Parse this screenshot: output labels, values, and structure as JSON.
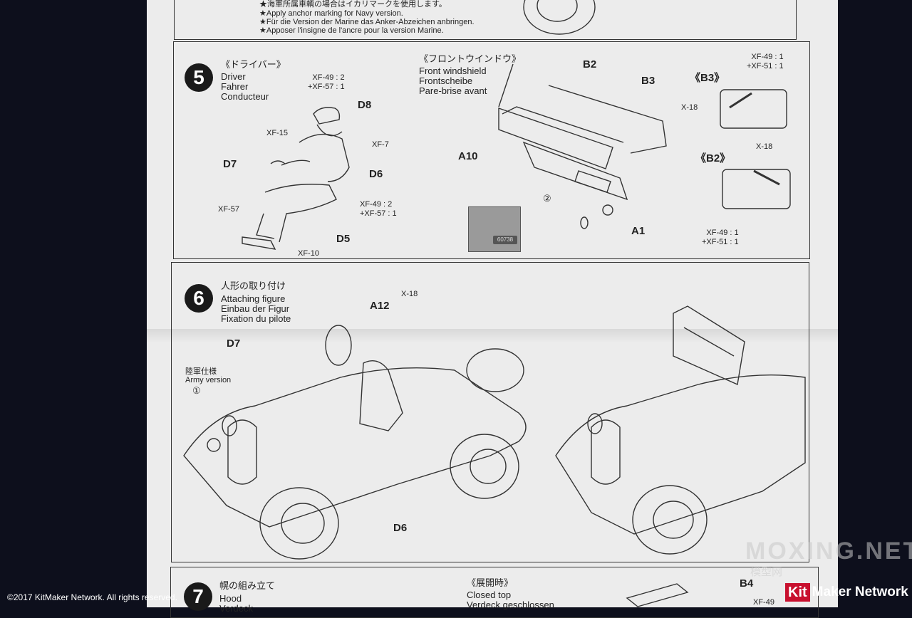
{
  "top": {
    "jp": "★海軍所属車輌の場合はイカリマークを使用します。",
    "en": "★Apply anchor marking for Navy version.",
    "de": "★Für die Version der Marine das Anker-Abzeichen anbringen.",
    "fr": "★Apposer l'insigne de l'ancre pour la version Marine."
  },
  "step5": {
    "number": "5",
    "driver_jp": "《ドライバー》",
    "driver_en": "Driver",
    "driver_de": "Fahrer",
    "driver_fr": "Conducteur",
    "windshield_jp": "《フロントウインドウ》",
    "windshield_en": "Front windshield",
    "windshield_de": "Frontscheibe",
    "windshield_fr": "Pare-brise avant",
    "parts": {
      "d8": "D8",
      "d7": "D7",
      "d6": "D6",
      "d5": "D5",
      "b2": "B2",
      "b3": "B3",
      "a10": "A10",
      "a1": "A1",
      "b3_title": "《B3》",
      "b2_title": "《B2》"
    },
    "paints": {
      "head": "XF-49 : 2\n+XF-57 : 1",
      "xf15": "XF-15",
      "xf7": "XF-7",
      "xf57": "XF-57",
      "legs": "XF-49 : 2\n+XF-57 : 1",
      "xf10": "XF-10",
      "b3top": "XF-49 : 1\n+XF-51 : 1",
      "x18a": "X-18",
      "x18b": "X-18",
      "b2bot": "XF-49 : 1\n+XF-51 : 1"
    },
    "ref2": "②",
    "plate_code": "60738"
  },
  "step6": {
    "number": "6",
    "jp": "人形の取り付け",
    "en": "Attaching figure",
    "de": "Einbau der Figur",
    "fr": "Fixation du pilote",
    "a12": "A12",
    "x18": "X-18",
    "d7": "D7",
    "d6": "D6",
    "army_jp": "陸軍仕様",
    "army_en": "Army version",
    "ref1": "①"
  },
  "step7": {
    "number": "7",
    "jp": "幌の組み立て",
    "en": "Hood",
    "de": "Verdeck",
    "closed_jp": "《展開時》",
    "closed_en": "Closed top",
    "closed_de": "Verdeck geschlossen",
    "b4": "B4",
    "xf49": "XF-49"
  },
  "footer": {
    "copyright": "©2017 KitMaker Network. All rights reserved.",
    "watermark": "MOXING.NET",
    "watermark_cn": "模型网",
    "logo_kit": "Kit",
    "logo_rest": "Maker Network"
  }
}
